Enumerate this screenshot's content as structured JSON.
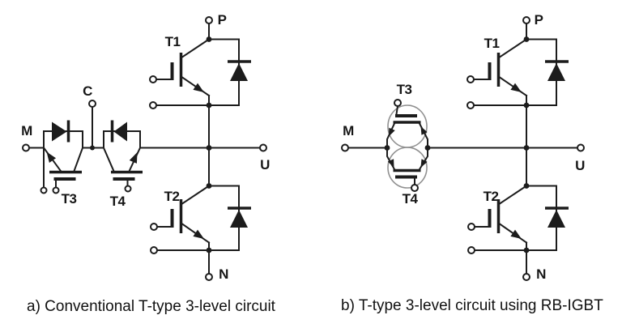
{
  "figure": {
    "captions": {
      "a": "a) Conventional T-type 3-level circuit",
      "b": "b) T-type 3-level circuit using RB-IGBT"
    }
  },
  "circuit_a": {
    "terminals": {
      "m": "M",
      "c": "C",
      "p": "P",
      "u": "U",
      "n": "N"
    },
    "devices": {
      "t1": "T1",
      "t2": "T2",
      "t3": "T3",
      "t4": "T4"
    }
  },
  "circuit_b": {
    "terminals": {
      "m": "M",
      "p": "P",
      "u": "U",
      "n": "N"
    },
    "devices": {
      "t1": "T1",
      "t2": "T2",
      "t3": "T3",
      "t4": "T4"
    }
  },
  "colors": {
    "line": "#1c1c1c",
    "rb_outline": "#909090",
    "background": "#ffffff"
  }
}
